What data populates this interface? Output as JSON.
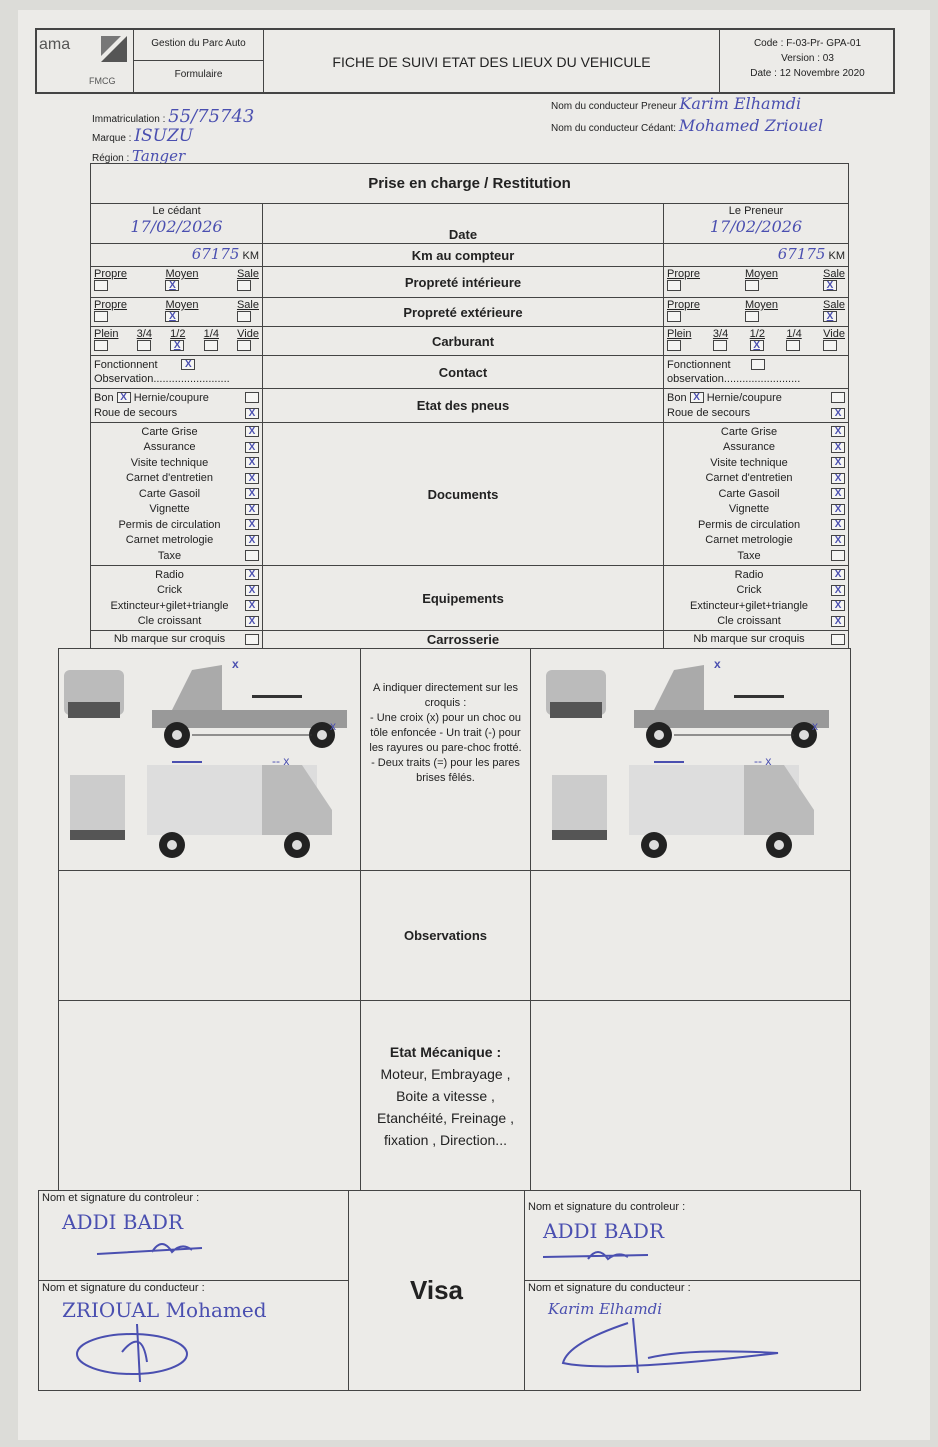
{
  "header": {
    "logo_left": "ama",
    "logo_right": "FMCG",
    "dept": "Gestion du Parc Auto",
    "type": "Formulaire",
    "title": "FICHE DE SUIVI ETAT DES LIEUX DU VEHICULE",
    "code": "Code : F-03-Pr- GPA-01",
    "version": "Version : 03",
    "date": "Date : 12 Novembre 2020"
  },
  "vehicle": {
    "immat_label": "Immatriculation :",
    "immat": "55/75743",
    "marque_label": "Marque :",
    "marque": "ISUZU",
    "region_label": "Région :",
    "region": "Tanger",
    "preneur_label": "Nom du conducteur Preneur",
    "preneur": "Karim Elhamdi",
    "cedant_label": "Nom du conducteur Cédant:",
    "cedant": "Mohamed Zriouel"
  },
  "table": {
    "title": "Prise en charge / Restitution",
    "cedant": "Le cédant",
    "preneur": "Le Preneur",
    "date_label": "Date",
    "km_label": "Km au compteur",
    "km_unit": "KM",
    "int_label": "Propreté intérieure",
    "ext_label": "Propreté extérieure",
    "carb_label": "Carburant",
    "contact_label": "Contact",
    "pneus_label": "Etat des pneus",
    "docs_label": "Documents",
    "equip_label": "Equipements",
    "carrosserie_label": "Carrosserie",
    "clean_opts": [
      "Propre",
      "Moyen",
      "Sale"
    ],
    "fuel_opts": [
      "Plein",
      "3/4",
      "1/2",
      "1/4",
      "Vide"
    ],
    "fonctionnent": "Fonctionnent",
    "observation_l": "Observation",
    "observation_r": "observation",
    "bon": "Bon",
    "hernie": "Hernie/coupure",
    "roue": "Roue de secours",
    "nb_marque": "Nb marque sur croquis",
    "left": {
      "date": "17/02/2026",
      "km": "67175",
      "int": "Moyen",
      "ext": "Moyen",
      "fuel": "1/2",
      "fonctionnent": true,
      "bon": true,
      "hernie": false,
      "roue": true
    },
    "right": {
      "date": "17/02/2026",
      "km": "67175",
      "int": "Sale",
      "ext": "Sale",
      "fuel": "1/2",
      "fonctionnent": false,
      "bon": true,
      "hernie": false,
      "roue": true
    },
    "docs": [
      "Carte Grise",
      "Assurance",
      "Visite technique",
      "Carnet d'entretien",
      "Carte Gasoil",
      "Vignette",
      "Permis de circulation",
      "Carnet metrologie",
      "Taxe"
    ],
    "docs_left": [
      true,
      true,
      true,
      true,
      true,
      true,
      true,
      true,
      false
    ],
    "docs_right": [
      true,
      true,
      true,
      true,
      true,
      true,
      true,
      true,
      false
    ],
    "equip": [
      "Radio",
      "Crick",
      "Extincteur+gilet+triangle",
      "Cle croissant"
    ],
    "equip_left": [
      true,
      true,
      true,
      true
    ],
    "equip_right": [
      true,
      true,
      true,
      true
    ]
  },
  "croquis": {
    "instructions": [
      "A indiquer directement sur les croquis :",
      "- Une croix (x) pour un choc ou tôle enfoncée - Un trait (-) pour les rayures ou pare-choc frotté.",
      "- Deux traits (=) pour les pares brises fêlés."
    ]
  },
  "observations": {
    "label": "Observations"
  },
  "mecanique": {
    "title": "Etat Mécanique :",
    "lines": [
      "Moteur, Embrayage ,",
      "Boite a vitesse ,",
      "Etanchéité, Freinage ,",
      "fixation , Direction..."
    ]
  },
  "signatures": {
    "ctrl_label": "Nom et signature du controleur :",
    "cond_label": "Nom et signature du conducteur :",
    "visa": "Visa",
    "ctrl_left": "ADDI BADR",
    "ctrl_right": "ADDI BADR",
    "cond_left": "ZRIOUAL Mohamed",
    "cond_right": "Karim Elhamdi"
  },
  "colors": {
    "ink": "#4a4fb0",
    "paper": "#ecebe8"
  }
}
